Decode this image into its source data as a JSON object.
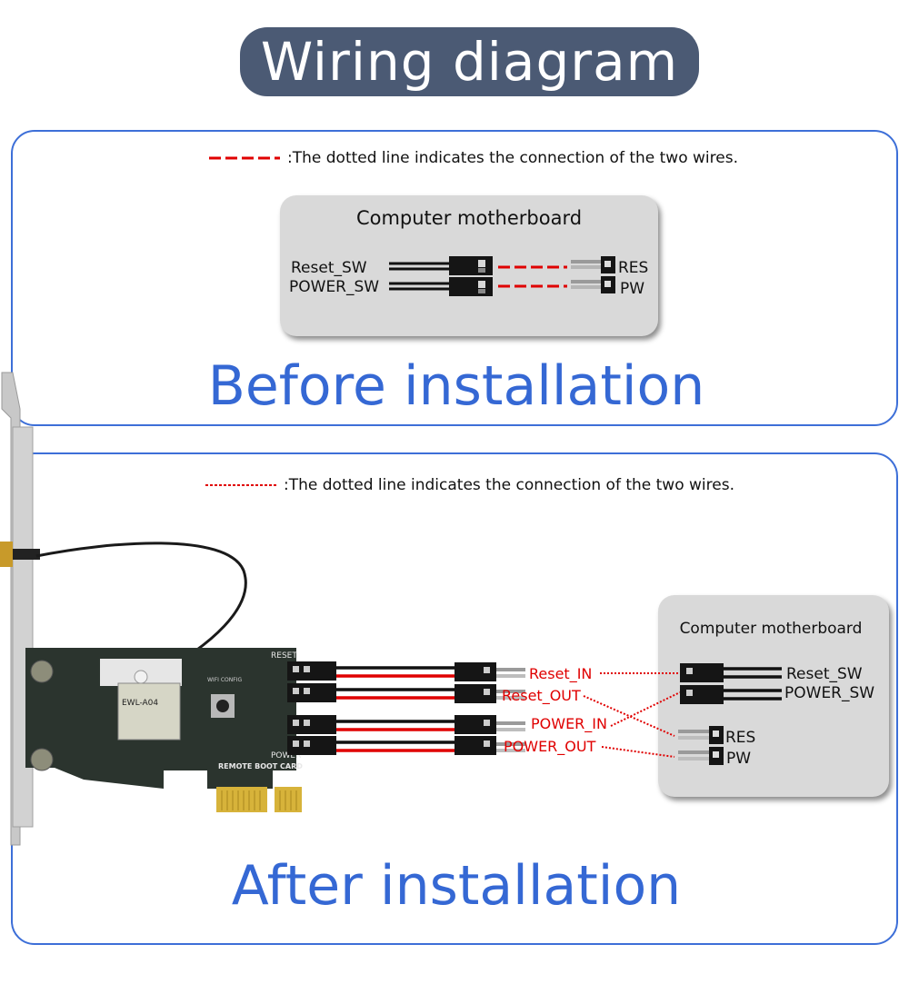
{
  "title": "Wiring diagram",
  "colors": {
    "accent": "#3568d4",
    "pill": "#4b5a74",
    "wire_red": "#e00000"
  },
  "before": {
    "legend_text": ":The dotted line indicates the connection of the two wires.",
    "mobo_title": "Computer motherboard",
    "reset_sw": "Reset_SW",
    "power_sw": "POWER_SW",
    "res": "RES",
    "pw": "PW",
    "heading": "Before installation"
  },
  "after": {
    "legend_text": ":The dotted line indicates the connection of the two wires.",
    "mobo_title": "Computer motherboard",
    "reset_in": "Reset_IN",
    "reset_out": "Reset_OUT",
    "power_in": "POWER_IN",
    "power_out": "POWER_OUT",
    "reset_sw": "Reset_SW",
    "power_sw": "POWER_SW",
    "res": "RES",
    "pw": "PW",
    "heading": "After installation",
    "card": {
      "reset_label": "RESET",
      "power_label": "POWER",
      "wifi_config": "WIFI CONFIG",
      "module_text": "EWL-A04",
      "board_text": "REMOTE BOOT CARD"
    }
  }
}
